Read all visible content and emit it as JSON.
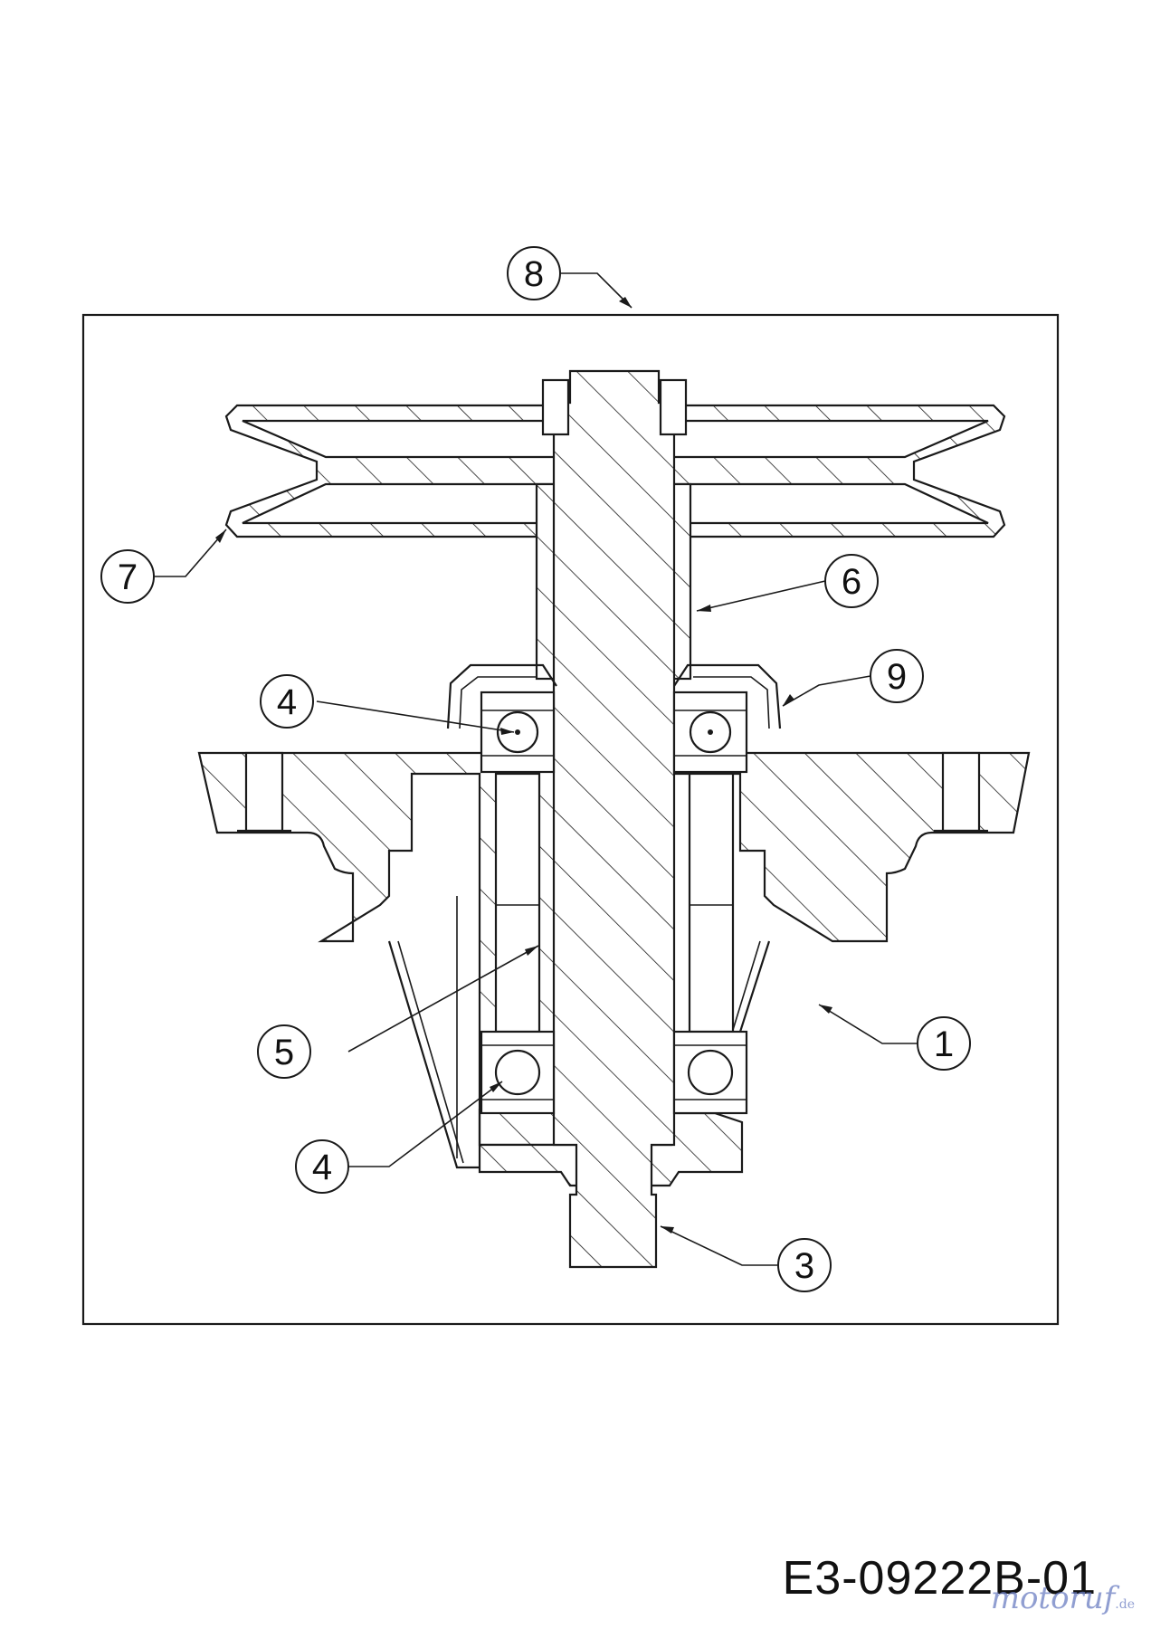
{
  "drawing": {
    "code": "E3-09222B-01",
    "watermark": "motoruf",
    "watermark_suffix": ".de"
  },
  "callouts": [
    {
      "label": "8"
    },
    {
      "label": "7"
    },
    {
      "label": "6"
    },
    {
      "label": "4"
    },
    {
      "label": "9"
    },
    {
      "label": "5"
    },
    {
      "label": "1"
    },
    {
      "label": "4"
    },
    {
      "label": "3"
    }
  ]
}
